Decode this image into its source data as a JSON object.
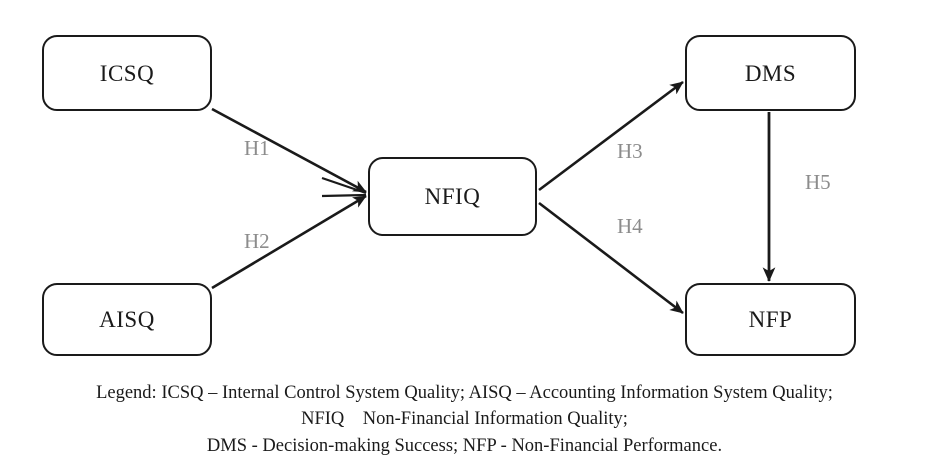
{
  "diagram": {
    "title": "Research model path diagram",
    "nodes": [
      {
        "id": "icsq",
        "label": "ICSQ"
      },
      {
        "id": "aisq",
        "label": "AISQ"
      },
      {
        "id": "nfiq",
        "label": "NFIQ"
      },
      {
        "id": "dms",
        "label": "DMS"
      },
      {
        "id": "nfp",
        "label": "NFP"
      }
    ],
    "edges": [
      {
        "id": "h1",
        "label": "H1",
        "from": "ICSQ",
        "to": "NFIQ"
      },
      {
        "id": "h2",
        "label": "H2",
        "from": "AISQ",
        "to": "NFIQ"
      },
      {
        "id": "h3",
        "label": "H3",
        "from": "NFIQ",
        "to": "DMS"
      },
      {
        "id": "h4",
        "label": "H4",
        "from": "NFIQ",
        "to": "NFP"
      },
      {
        "id": "h5",
        "label": "H5",
        "from": "DMS",
        "to": "NFP"
      }
    ],
    "colors": {
      "box_border": "#1a1a1a",
      "box_fill": "#ffffff",
      "arrow": "#1a1a1a",
      "hypothesis_label": "#8c8c8c",
      "text": "#1a1a1a",
      "background": "#ffffff"
    },
    "legend": {
      "lines": [
        "Legend: ICSQ – Internal Control System Quality; AISQ – Accounting Information System Quality;",
        "NFIQ    Non-Financial Information Quality;",
        "DMS - Decision-making Success; NFP - Non-Financial Performance."
      ]
    }
  }
}
